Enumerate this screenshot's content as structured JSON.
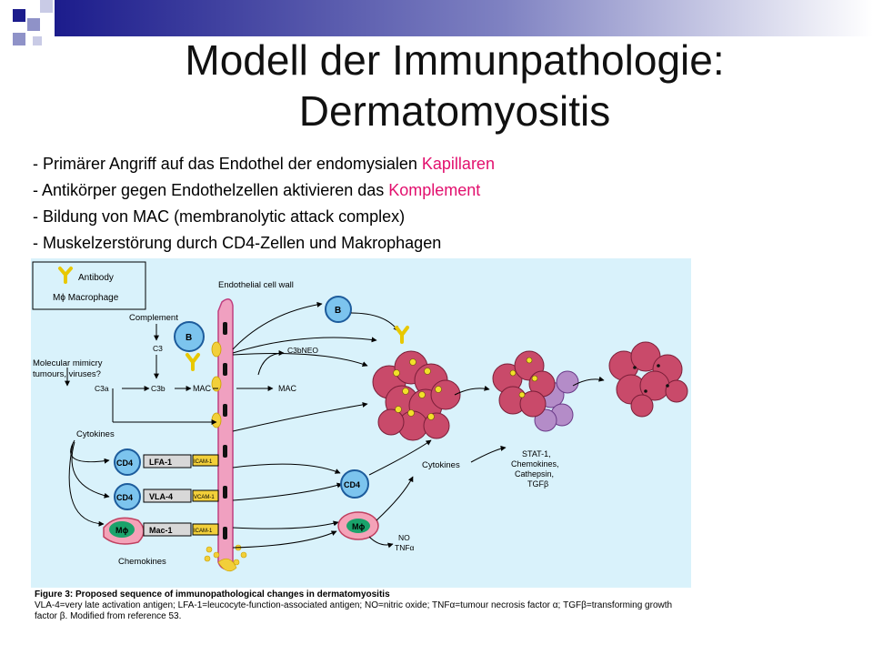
{
  "slide": {
    "title_line1": "Modell der Immunpathologie:",
    "title_line2": "Dermatomyositis",
    "bullets": [
      {
        "prefix": "-  Primärer Angriff auf das Endothel der endomysialen ",
        "highlight": "Kapillaren"
      },
      {
        "prefix": "-  Antikörper gegen Endothelzellen aktivieren das ",
        "highlight": "Komplement"
      },
      {
        "prefix": "-  Bildung von MAC (membranolytic attack complex)",
        "highlight": ""
      },
      {
        "prefix": "-  Muskelzerstörung durch CD4-Zellen und Makrophagen",
        "highlight": ""
      }
    ],
    "accent_color": "#e2106e",
    "decor_colors": [
      "#1c1c8c",
      "#8f92c8",
      "#c9cbe6"
    ]
  },
  "figure": {
    "background": "#d9f2fb",
    "legend": {
      "antibody": "Antibody",
      "macrophage": "Mϕ Macrophage"
    },
    "labels": {
      "endothelial_wall": "Endothelial cell wall",
      "complement": "Complement",
      "c3": "C3",
      "mimicry_line1": "Molecular mimicry",
      "mimicry_line2": "tumours, viruses?",
      "c3a": "C3a",
      "c3b": "C3b",
      "mac_left": "MAC",
      "c3bneo": "C3bNEO",
      "mac_right": "MAC",
      "b_cell": "B",
      "cytokines_left": "Cytokines",
      "cd4": "CD4",
      "lfa1": "LFA-1",
      "vla4": "VLA-4",
      "mac1": "Mac-1",
      "icam1": "ICAM-1",
      "vcam1": "VCAM-1",
      "macrophage": "Mϕ",
      "chemokines": "Chemokines",
      "cytokines_right": "Cytokines",
      "no": "NO",
      "tnfa": "TNFα",
      "stat_line1": "STAT-1,",
      "stat_line2": "Chemokines,",
      "stat_line3": "Cathepsin,",
      "stat_line4": "TGFβ"
    },
    "caption_title": "Figure 3: Proposed sequence of immunopathological changes in dermatomyositis",
    "caption_text": "VLA-4=very late activation antigen; LFA-1=leucocyte-function-associated antigen; NO=nitric oxide; TNFα=tumour necrosis factor α; TGFβ=transforming growth factor β. Modified from reference 53."
  }
}
